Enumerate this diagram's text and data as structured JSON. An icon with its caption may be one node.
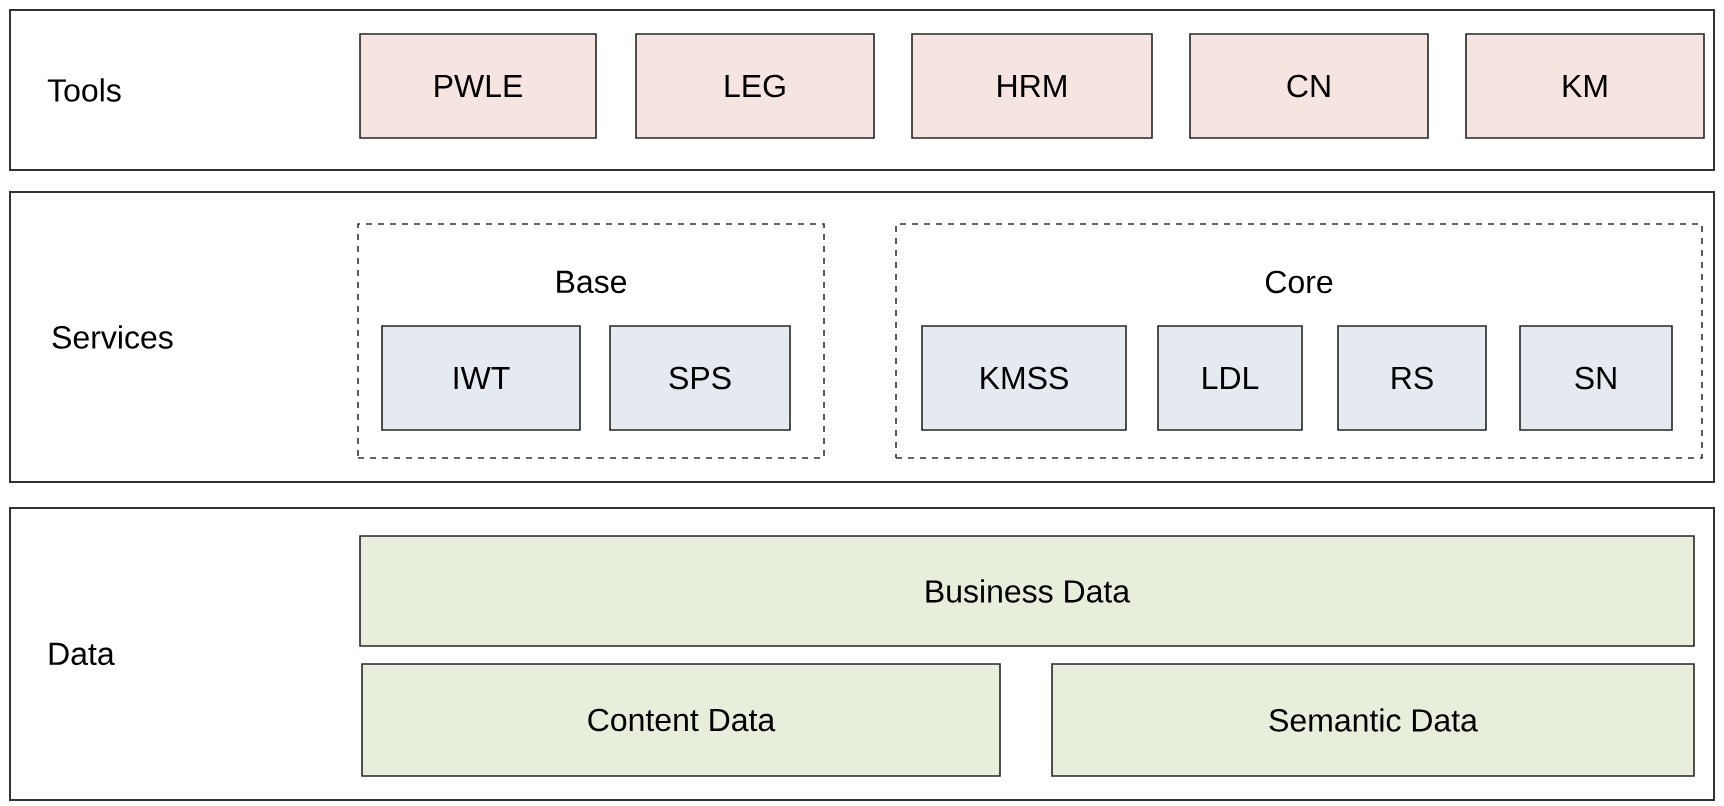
{
  "diagram": {
    "nodes": [
      {
        "text": [
          "Tools"
        ]
      },
      {
        "text": [
          "PWLE"
        ],
        "in": 0
      },
      {
        "text": [
          "LEG"
        ],
        "in": 0
      },
      {
        "text": [
          "HRM"
        ],
        "in": 0
      },
      {
        "text": [
          "CN"
        ],
        "in": 0
      },
      {
        "text": [
          "KM"
        ],
        "in": 0
      },
      {
        "text": [
          "Services"
        ]
      },
      {
        "text": [
          "Base"
        ],
        "in": 6
      },
      {
        "text": [
          "IWT"
        ],
        "in": 7
      },
      {
        "text": [
          "SPS"
        ],
        "in": 7
      },
      {
        "text": [
          "Core"
        ],
        "in": 6
      },
      {
        "text": [
          "KMSS"
        ],
        "in": 10
      },
      {
        "text": [
          "LDL"
        ],
        "in": 10
      },
      {
        "text": [
          "RS"
        ],
        "in": 10
      },
      {
        "text": [
          "SN"
        ],
        "in": 10
      },
      {
        "text": [
          "Data"
        ]
      },
      {
        "text": [
          "Business Data"
        ],
        "in": 15
      },
      {
        "text": [
          "Content Data"
        ],
        "in": 15
      },
      {
        "text": [
          "Semantic Data"
        ],
        "in": 15
      }
    ]
  }
}
